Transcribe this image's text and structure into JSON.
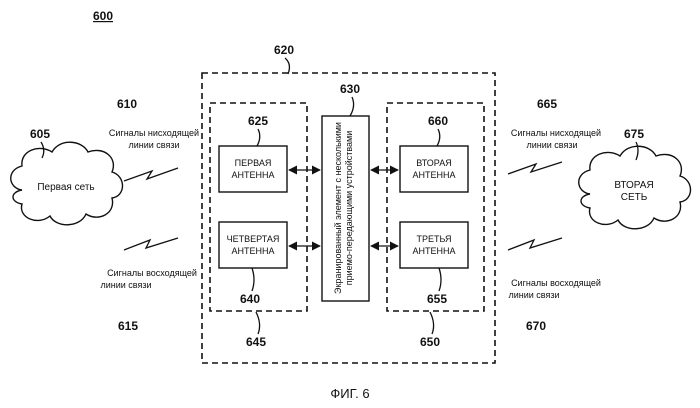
{
  "figure_number": "600",
  "caption": "ФИГ. 6",
  "outer_box": {
    "ref": "620"
  },
  "left_group": {
    "ref": "645"
  },
  "right_group": {
    "ref": "650"
  },
  "central_element": {
    "ref": "630",
    "label_lines": [
      "Экранированный элемент с несколькими",
      "приемо-передающими устройствами"
    ]
  },
  "antennas": {
    "first": {
      "ref": "625",
      "line1": "ПЕРВАЯ",
      "line2": "АНТЕННА"
    },
    "fourth": {
      "ref": "640",
      "line1": "ЧЕТВЕРТАЯ",
      "line2": "АНТЕННА"
    },
    "second": {
      "ref": "660",
      "line1": "ВТОРАЯ",
      "line2": "АНТЕННА"
    },
    "third": {
      "ref": "655",
      "line1": "ТРЕТЬЯ",
      "line2": "АНТЕННА"
    }
  },
  "networks": {
    "first": {
      "ref": "605",
      "label": "Первая сеть"
    },
    "second": {
      "ref": "675",
      "line1": "ВТОРАЯ",
      "line2": "СЕТЬ"
    }
  },
  "signals": {
    "left_downlink": {
      "ref": "610",
      "line1": "Сигналы нисходящей",
      "line2": "линии связи"
    },
    "left_uplink": {
      "ref": "615",
      "line1": "Сигналы восходящей",
      "line2": "линии связи"
    },
    "right_downlink": {
      "ref": "665",
      "line1": "Сигналы нисходящей",
      "line2": "линии связи"
    },
    "right_uplink": {
      "ref": "670",
      "line1": "Сигналы восходящей",
      "line2": "линии связи"
    }
  }
}
